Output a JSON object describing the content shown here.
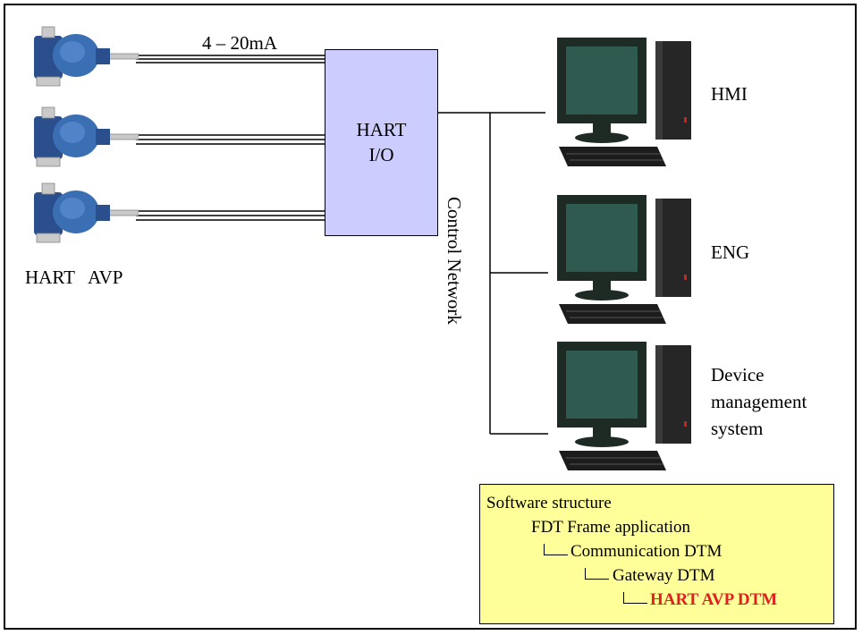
{
  "signal_label": "4 – 20mA",
  "io_box": {
    "line1": "HART",
    "line2": "I/O"
  },
  "network_label": "Control Network",
  "devices_label": "HART   AVP",
  "stations": {
    "hmi": "HMI",
    "eng": "ENG",
    "dms_line1": "Device",
    "dms_line2": "management",
    "dms_line3": "system"
  },
  "software": {
    "title": "Software structure",
    "level1": "FDT Frame application",
    "level2": "Communication DTM",
    "level3": "Gateway DTM",
    "level4": "HART AVP DTM"
  },
  "colors": {
    "io_fill": "#ccccff",
    "software_fill": "#ffff99",
    "highlight": "#e02020",
    "device_body": "#2f5fa0"
  }
}
